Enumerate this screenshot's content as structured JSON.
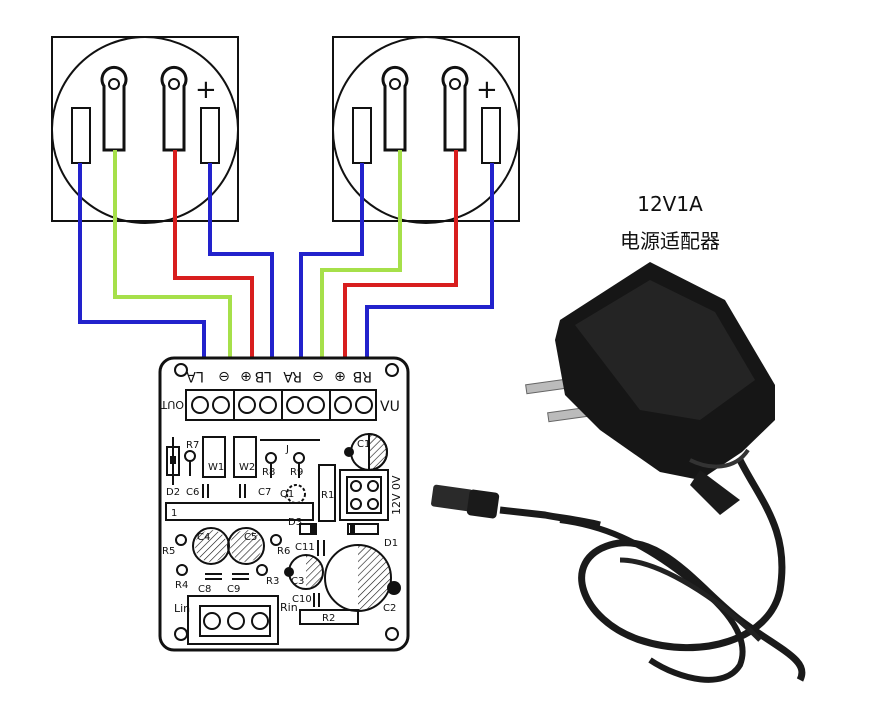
{
  "adapter": {
    "spec": "12V1A",
    "name": "电源适配器"
  },
  "terminals": {
    "top_left": [
      "LA",
      "⊖",
      "⊕",
      "LB"
    ],
    "top_right": [
      "RA",
      "⊖",
      "⊕",
      "RB"
    ],
    "out_label": "OUT",
    "vu_label": "VU",
    "power_label": "12V 0V",
    "lin_label": "Lin",
    "rin_label": "Rin"
  },
  "speakers": [
    {
      "name": "left",
      "plus": "+"
    },
    {
      "name": "right",
      "plus": "+"
    }
  ],
  "components": [
    "R7",
    "W1",
    "W2",
    "J",
    "R8",
    "R9",
    "C1",
    "D2",
    "C6",
    "C7",
    "Q1",
    "R1",
    "1",
    "D3",
    "C4",
    "C5",
    "R5",
    "R6",
    "C11",
    "D1",
    "R4",
    "C8",
    "C9",
    "R3",
    "C3",
    "C10",
    "R2",
    "C2"
  ],
  "colors": {
    "wire_blue": "#2222cc",
    "wire_green": "#a6e04a",
    "wire_red": "#d81e1e",
    "board": "#111111"
  }
}
